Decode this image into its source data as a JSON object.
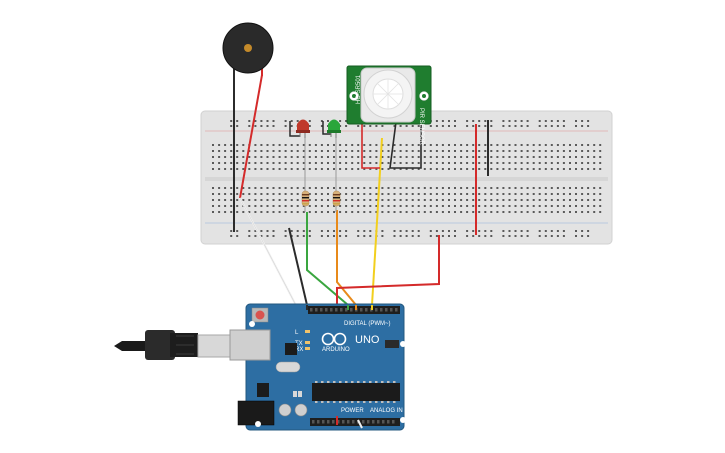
{
  "board": {
    "model": "UNO",
    "brand": "ARDUINO",
    "digital_label": "DIGITAL (PWM~)",
    "analog_label": "ANALOG IN",
    "power_label": "POWER",
    "tx_label": "TX",
    "rx_label": "RX",
    "l_label": "L",
    "color": "#2d6ea3"
  },
  "pir": {
    "left_label": "HC-SR501",
    "right_label": "PIR SENSOR",
    "color": "#1f7d2f"
  },
  "leds": [
    {
      "color_name": "red",
      "color": "#c0392b"
    },
    {
      "color_name": "green",
      "color": "#2aa63a"
    }
  ],
  "wire_colors": {
    "red": "#d42a2a",
    "black": "#2b2b2b",
    "green": "#3aa640",
    "orange": "#e88a1a",
    "yellow": "#f2cf1e",
    "white": "#f0f0f0"
  },
  "breadboard": {
    "color": "#e3e3e3"
  }
}
